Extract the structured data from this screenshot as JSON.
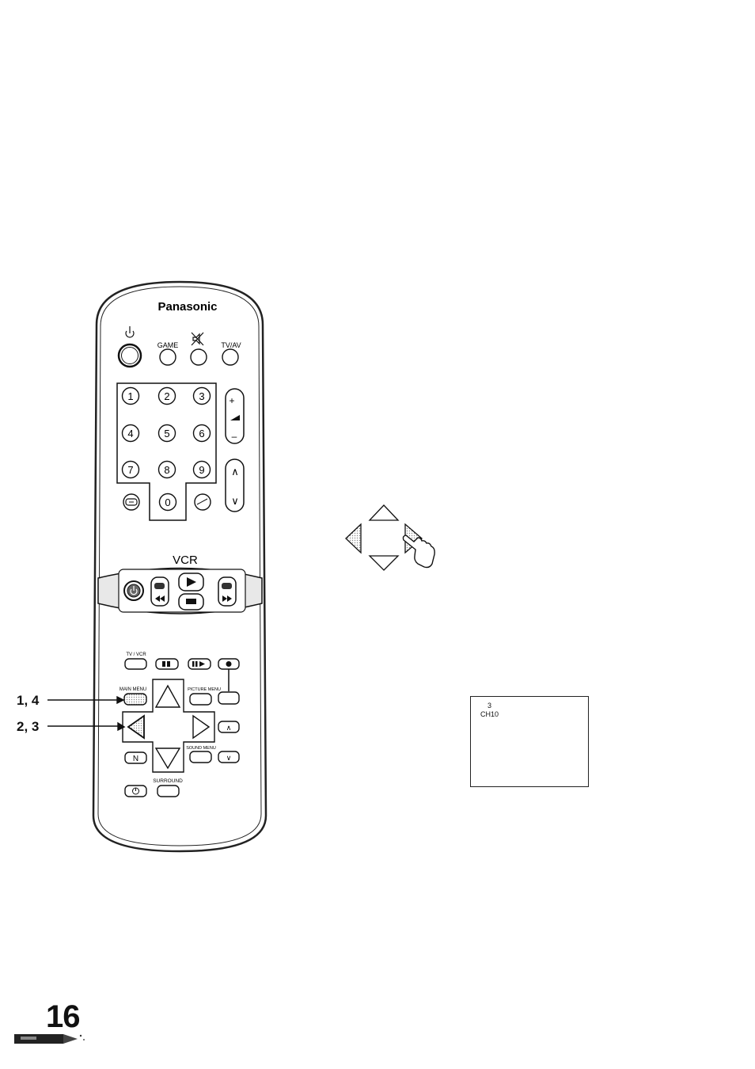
{
  "remote": {
    "brand": "Panasonic",
    "top_row": {
      "power_icon": "power-icon",
      "game": "GAME",
      "mute_icon": "mute-icon",
      "tv_av": "TV/AV"
    },
    "numbers": [
      "1",
      "2",
      "3",
      "4",
      "5",
      "6",
      "7",
      "8",
      "9",
      "0"
    ],
    "volume": {
      "plus": "+",
      "minus": "–"
    },
    "channel": {
      "up": "∧",
      "down": "∨"
    },
    "vcr_label": "VCR",
    "lower": {
      "tv_vcr": "TV / VCR",
      "main_menu": "MAIN MENU",
      "picture_menu": "PICTURE MENU",
      "sound_menu": "SOUND MENU",
      "n_button": "N",
      "surround": "SURROUND",
      "up_caret": "∧",
      "down_caret": "∨"
    }
  },
  "callouts": [
    "1, 4",
    "2, 3"
  ],
  "osd": {
    "line1": "3",
    "line2": "CH10"
  },
  "page_number": "16"
}
